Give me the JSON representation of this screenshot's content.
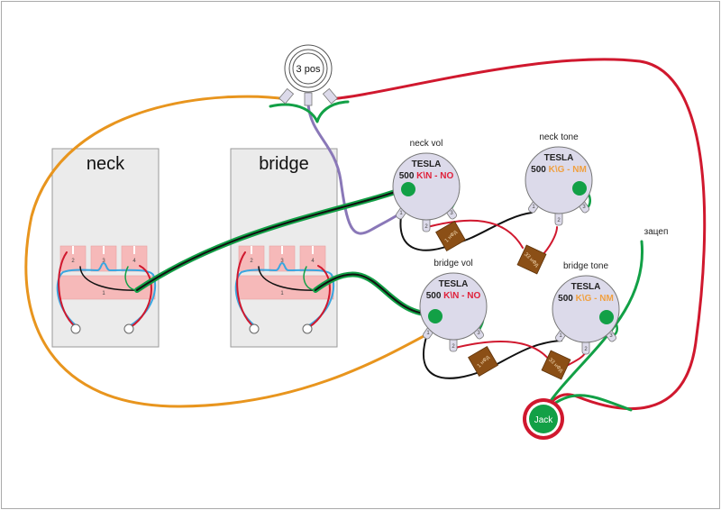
{
  "pickups": [
    {
      "name": "neck",
      "pads": [
        "2",
        "3",
        "4",
        "1"
      ]
    },
    {
      "name": "bridge",
      "pads": [
        "2",
        "3",
        "4",
        "1"
      ]
    }
  ],
  "switch": {
    "label": "3 pos"
  },
  "pots": [
    {
      "title": "neck vol",
      "brand": "TESLA",
      "value": "500",
      "code": "K\\N - NO",
      "code_color": "#e0203a",
      "lugs": [
        "1",
        "2",
        "3"
      ]
    },
    {
      "title": "neck tone",
      "brand": "TESLA",
      "value": "500",
      "code": "K\\G - NM",
      "code_color": "#f0a040",
      "lugs": [
        "1",
        "2",
        "3"
      ]
    },
    {
      "title": "bridge vol",
      "brand": "TESLA",
      "value": "500",
      "code": "K\\N - NO",
      "code_color": "#e0203a",
      "lugs": [
        "1",
        "2",
        "3"
      ]
    },
    {
      "title": "bridge tone",
      "brand": "TESLA",
      "value": "500",
      "code": "K\\G - NM",
      "code_color": "#f0a040",
      "lugs": [
        "1",
        "2",
        "3"
      ]
    }
  ],
  "capacitors": [
    {
      "label": "1 нФд"
    },
    {
      "label": "33 нФд"
    },
    {
      "label": "1 нФд"
    },
    {
      "label": "33 нФд"
    }
  ],
  "jack": {
    "label": "Jack"
  },
  "ground_label": "зацеп",
  "colors": {
    "wire_red": "#d0182e",
    "wire_green": "#12a046",
    "wire_orange": "#e8951e",
    "wire_purple": "#8a78b8",
    "wire_blue": "#3aa6e0",
    "wire_black": "#111111",
    "pad": "#f6b9b9",
    "pot": "#dcdaea",
    "capacitor": "#8b4f16"
  }
}
